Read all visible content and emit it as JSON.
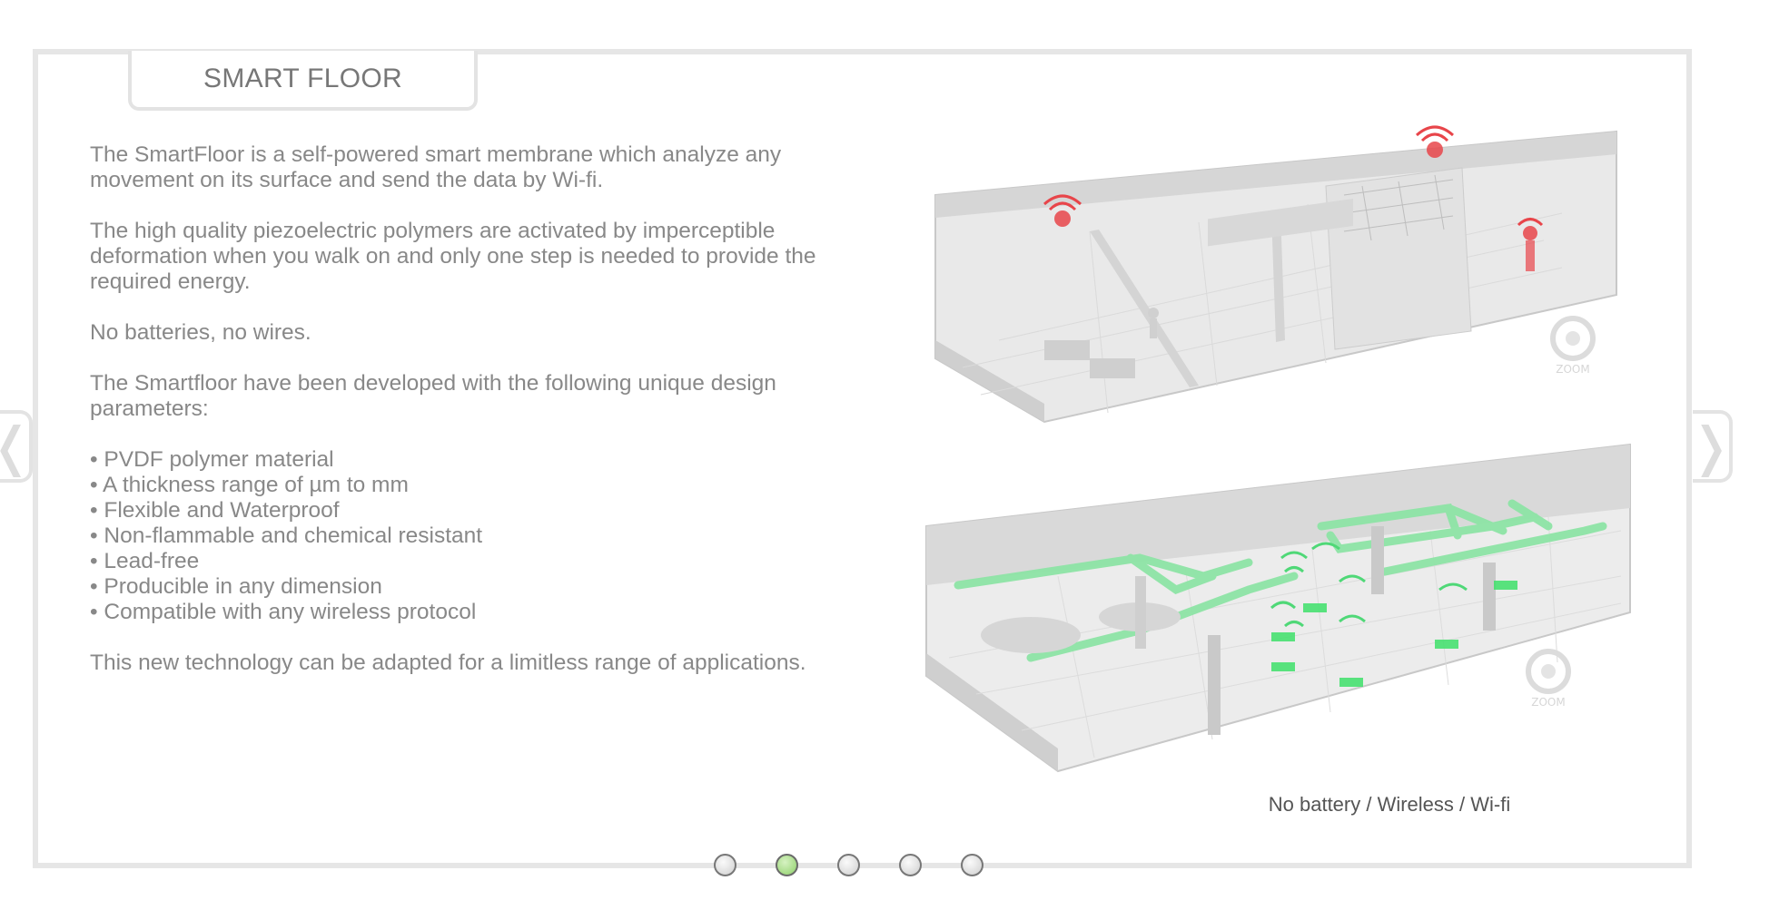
{
  "title": "SMART FLOOR",
  "paragraphs": [
    "The SmartFloor is a self-powered smart membrane which analyze any movement on its surface and send the data by Wi-fi.",
    "The high quality piezoelectric polymers are activated by imperceptible deformation when you walk on and only one step is needed to provide the required energy.",
    "No batteries, no wires.",
    "The Smartfloor have been developed with the following unique design parameters:"
  ],
  "features": [
    "PVDF polymer material",
    "A thickness range of µm to mm",
    "Flexible and Waterproof",
    "Non-flammable and chemical resistant",
    "Lead-free",
    "Producible in any dimension",
    "Compatible with any wireless protocol"
  ],
  "closing": "This new technology can be adapted for a limitless range of applications.",
  "zoom_label": "ZOOM",
  "caption": "No battery / Wireless / Wi-fi",
  "nav": {
    "prev": "❬",
    "next": "❭"
  },
  "pagination": {
    "total": 5,
    "active": 2
  },
  "colors": {
    "active_dot": "#8fd06a",
    "wifi_red": "#e8454a",
    "signal_green": "#3ee06a"
  }
}
